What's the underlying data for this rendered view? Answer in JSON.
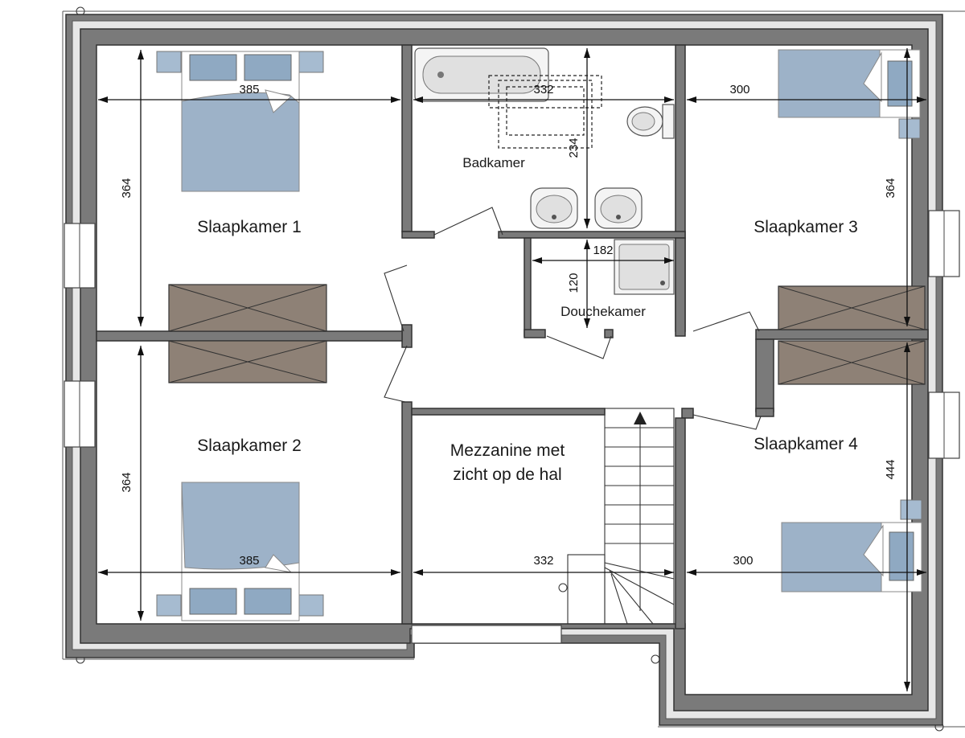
{
  "rooms": {
    "slaapkamer1": "Slaapkamer 1",
    "slaapkamer2": "Slaapkamer 2",
    "slaapkamer3": "Slaapkamer 3",
    "slaapkamer4": "Slaapkamer 4",
    "badkamer": "Badkamer",
    "douchekamer": "Douchekamer",
    "mezzanine_line1": "Mezzanine met",
    "mezzanine_line2": "zicht op de hal"
  },
  "dimensions": {
    "sk1_width": "385",
    "sk1_depth": "364",
    "sk2_width": "385",
    "sk2_depth": "364",
    "bad_width": "332",
    "bad_depth": "234",
    "douche_width": "182",
    "douche_depth": "120",
    "mezz_width": "332",
    "sk3_width": "300",
    "sk3_depth": "364",
    "sk4_width": "300",
    "sk4_depth": "444"
  },
  "colors": {
    "wall": "#7a7a7a",
    "bed": "#9db2c8",
    "wardrobe": "#8e8176"
  }
}
